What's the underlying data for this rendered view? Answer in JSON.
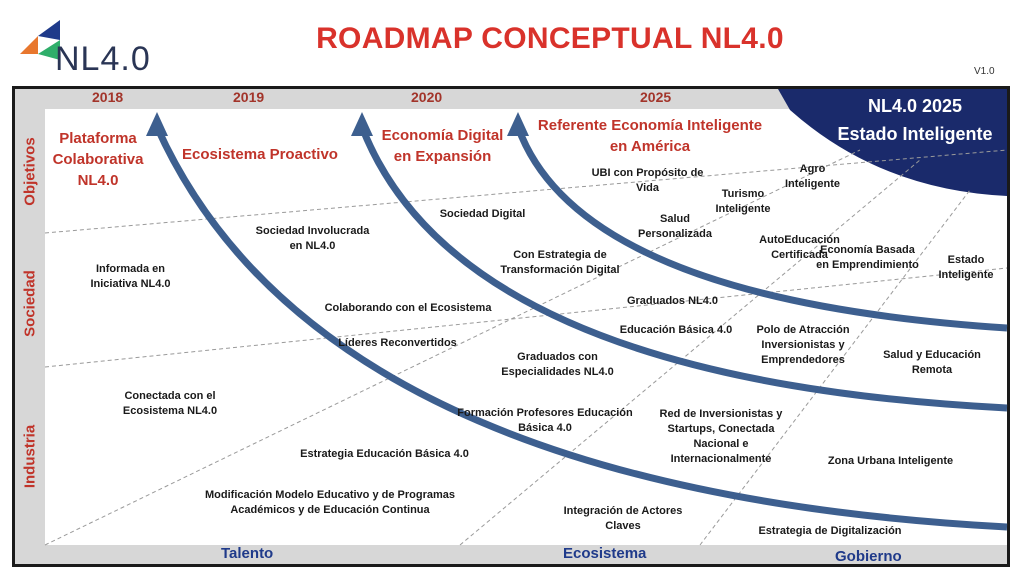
{
  "header": {
    "title": "ROADMAP CONCEPTUAL NL4.0",
    "logo_text": "NL4.0",
    "version": "V1.0"
  },
  "years": [
    "2018",
    "2019",
    "2020",
    "2025"
  ],
  "badge": {
    "line1": "NL4.0 2025",
    "line2": "Estado Inteligente"
  },
  "rows": [
    "Objetivos",
    "Sociedad",
    "Industria"
  ],
  "columns": [
    "Talento",
    "Ecosistema",
    "Gobierno"
  ],
  "goals": [
    "Plataforma Colaborativa NL4.0",
    "Ecosistema Proactivo",
    "Economía Digital en Expansión",
    "Referente Economía Inteligente en América"
  ],
  "items": {
    "ubi": "UBI con Propósito de Vida",
    "agro": "Agro Inteligente",
    "turismo": "Turismo Inteligente",
    "salud_personalizada": "Salud Personalizada",
    "sociedad_digital": "Sociedad Digital",
    "sociedad_involucrada": "Sociedad Involucrada en NL4.0",
    "autoeducacion": "AutoEducación Certificada",
    "economia_emprendimiento": "Economía Basada en Emprendimiento",
    "estado_inteligente": "Estado Inteligente",
    "informada": "Informada en Iniciativa NL4.0",
    "con_estrategia": "Con Estrategia de Transformación Digital",
    "graduados_nl40": "Graduados NL4.0",
    "colaborando": "Colaborando con el Ecosistema",
    "educacion_basica": "Educación Básica 4.0",
    "polo_atraccion": "Polo de Atracción Inversionistas y Emprendedores",
    "lideres": "Líderes Reconvertidos",
    "graduados_especialidades": "Graduados con Especialidades NL4.0",
    "salud_educacion_remota": "Salud y Educación Remota",
    "conectada": "Conectada con el Ecosistema NL4.0",
    "formacion_profesores": "Formación Profesores Educación Básica 4.0",
    "red_inversionistas": "Red de Inversionistas y Startups, Conectada Nacional e Internacionalmente",
    "estrategia_educacion": "Estrategia Educación Básica 4.0",
    "zona_urbana": "Zona Urbana Inteligente",
    "modificacion": "Modificación Modelo Educativo y de Programas Académicos y de Educación Continua",
    "integracion": "Integración de Actores Claves",
    "estrategia_digitalizacion": "Estrategia de  Digitalización"
  },
  "colors": {
    "title_red": "#d9322b",
    "arrow_blue": "#3d5f8f",
    "badge_navy": "#1a2a6b",
    "column_blue": "#1f3a8a",
    "panel_gray": "#d7d7d7"
  }
}
